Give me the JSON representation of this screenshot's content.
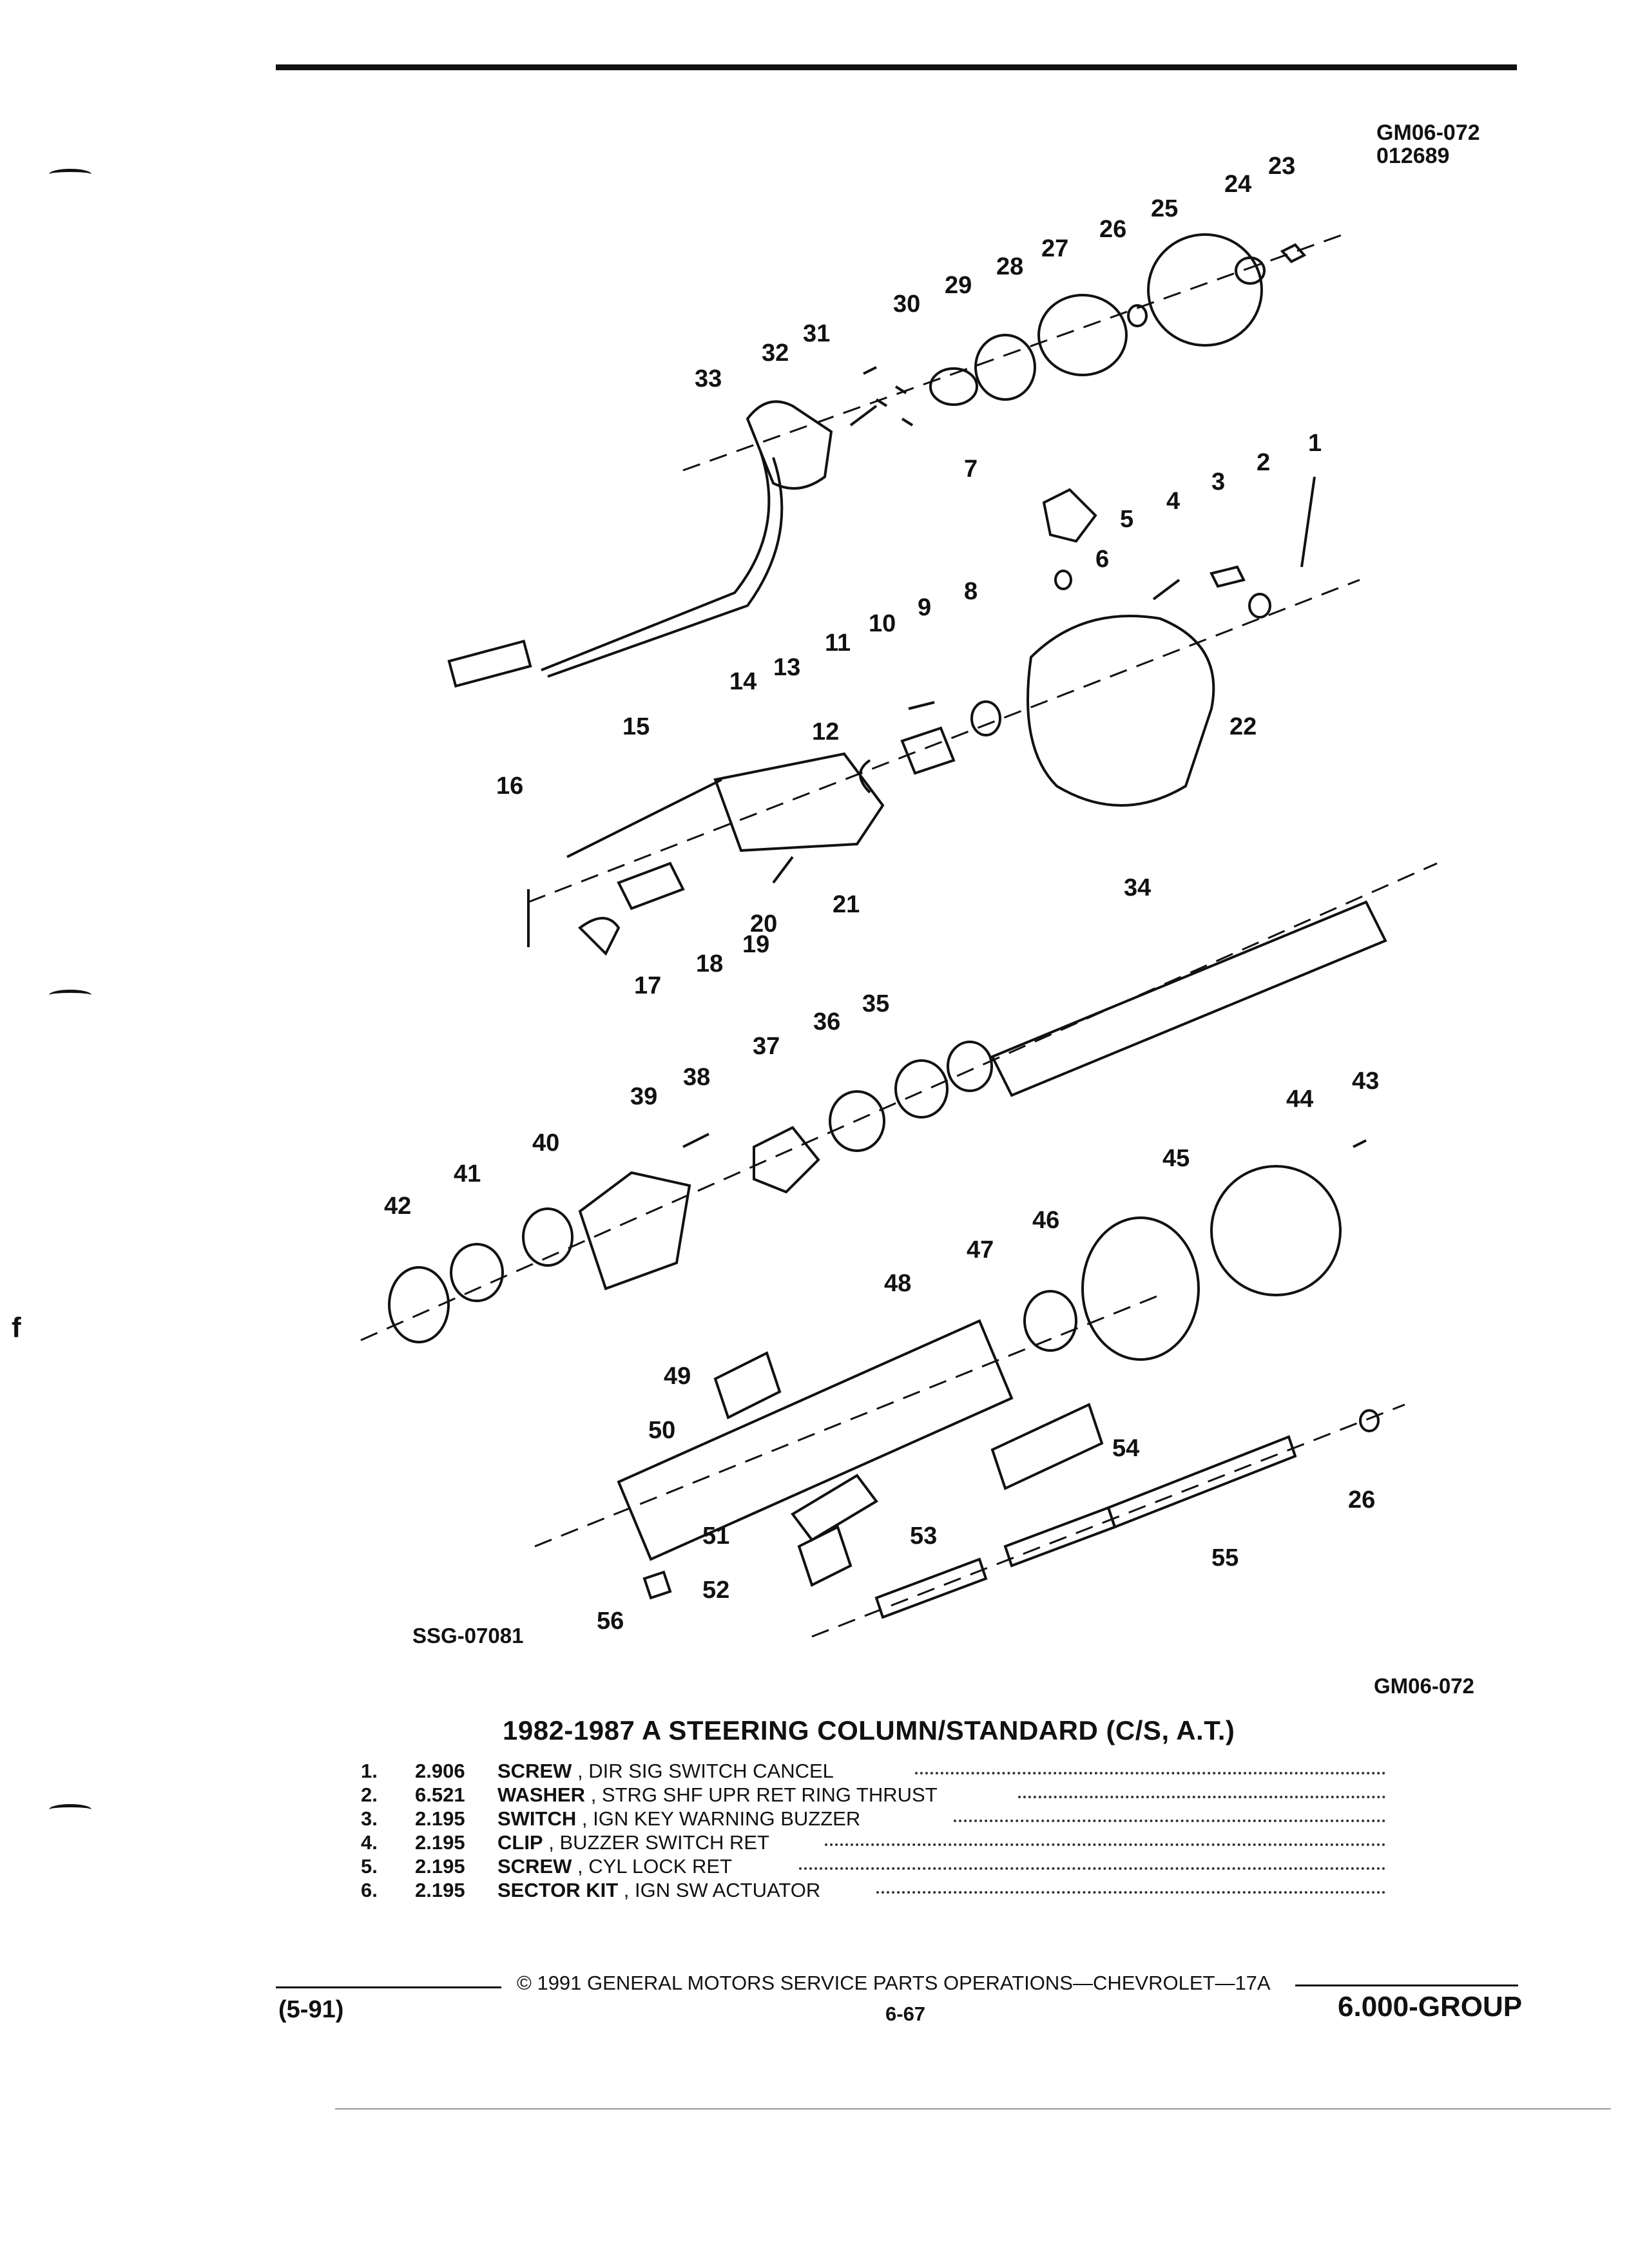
{
  "header": {
    "code_line1": "GM06-072",
    "code_line2": "012689"
  },
  "diagram": {
    "labels": [
      "1",
      "2",
      "3",
      "4",
      "5",
      "6",
      "7",
      "8",
      "9",
      "10",
      "11",
      "12",
      "13",
      "14",
      "15",
      "16",
      "17",
      "18",
      "19",
      "20",
      "21",
      "22",
      "23",
      "24",
      "25",
      "26",
      "27",
      "28",
      "29",
      "30",
      "31",
      "32",
      "33",
      "34",
      "35",
      "36",
      "37",
      "38",
      "39",
      "40",
      "41",
      "42",
      "43",
      "44",
      "45",
      "46",
      "47",
      "48",
      "49",
      "50",
      "51",
      "52",
      "53",
      "54",
      "55",
      "26",
      "56"
    ],
    "ref_code": "SSG-07081",
    "figure_code": "GM06-072"
  },
  "title": "1982-1987 A STEERING COLUMN/STANDARD (C/S, A.T.)",
  "parts": [
    {
      "num": "1.",
      "code": "2.906",
      "name": "SCREW",
      "desc": ", DIR SIG SWITCH CANCEL"
    },
    {
      "num": "2.",
      "code": "6.521",
      "name": "WASHER",
      "desc": ", STRG SHF UPR RET RING THRUST"
    },
    {
      "num": "3.",
      "code": "2.195",
      "name": "SWITCH",
      "desc": ", IGN KEY WARNING BUZZER"
    },
    {
      "num": "4.",
      "code": "2.195",
      "name": "CLIP",
      "desc": ", BUZZER SWITCH RET"
    },
    {
      "num": "5.",
      "code": "2.195",
      "name": "SCREW",
      "desc": ", CYL LOCK RET"
    },
    {
      "num": "6.",
      "code": "2.195",
      "name": "SECTOR KIT",
      "desc": ", IGN SW ACTUATOR"
    }
  ],
  "footer": {
    "copyright": "© 1991 GENERAL MOTORS SERVICE PARTS OPERATIONS—CHEVROLET—17A",
    "edition": "(5-91)",
    "page": "6-67",
    "group": "6.000-GROUP"
  },
  "margin": {
    "letter": "f"
  }
}
